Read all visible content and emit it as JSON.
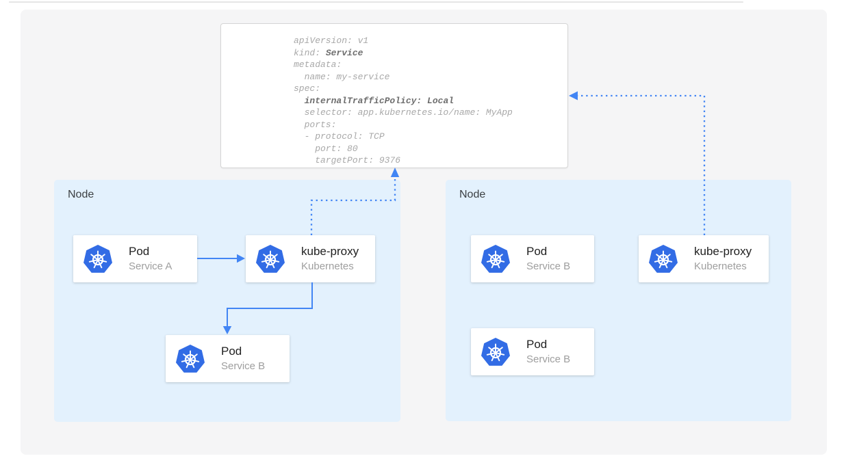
{
  "colors": {
    "arrow_blue": "#4285f4",
    "kubernetes_blue": "#326ce5",
    "node_fill": "#e3f1fd",
    "canvas_fill": "#f5f5f6"
  },
  "yaml_card": {
    "lines": [
      [
        {
          "t": "apiVersion: v1"
        }
      ],
      [
        {
          "t": "kind: "
        },
        {
          "t": "Service",
          "b": true
        }
      ],
      [
        {
          "t": "metadata:"
        }
      ],
      [
        {
          "t": "  name: my-service"
        }
      ],
      [
        {
          "t": "spec:"
        }
      ],
      [
        {
          "t": "  "
        },
        {
          "t": "internalTrafficPolicy: Local",
          "b": true
        }
      ],
      [
        {
          "t": "  selector: app.kubernetes.io/name: MyApp"
        }
      ],
      [
        {
          "t": "  ports:"
        }
      ],
      [
        {
          "t": "  - protocol: TCP"
        }
      ],
      [
        {
          "t": "    port: 80"
        }
      ],
      [
        {
          "t": "    targetPort: 9376"
        }
      ]
    ]
  },
  "nodes": [
    {
      "label": "Node",
      "cards": [
        {
          "title": "Pod",
          "subtitle": "Service A"
        },
        {
          "title": "kube-proxy",
          "subtitle": "Kubernetes"
        },
        {
          "title": "Pod",
          "subtitle": "Service B"
        }
      ]
    },
    {
      "label": "Node",
      "cards": [
        {
          "title": "Pod",
          "subtitle": "Service B"
        },
        {
          "title": "kube-proxy",
          "subtitle": "Kubernetes"
        },
        {
          "title": "Pod",
          "subtitle": "Service B"
        }
      ]
    }
  ]
}
